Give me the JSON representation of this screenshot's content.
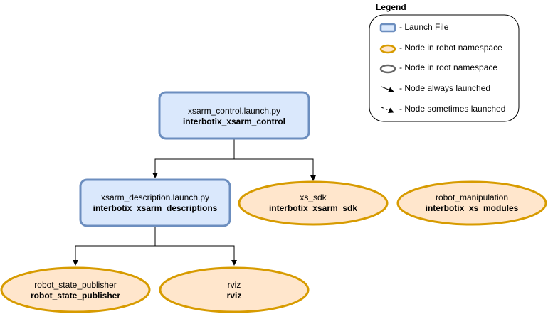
{
  "colors": {
    "launch_fill": "#dae8fc",
    "launch_stroke": "#6c8ebf",
    "robot_fill": "#ffe6cc",
    "robot_stroke": "#d79b00",
    "root_fill": "#ffffff",
    "root_stroke": "#666666",
    "edge": "#000000"
  },
  "legend": {
    "title": "Legend",
    "items": [
      {
        "icon": "launch-file-swatch",
        "label": "- Launch File"
      },
      {
        "icon": "robot-namespace-node-swatch",
        "label": "- Node in robot namespace"
      },
      {
        "icon": "root-namespace-node-swatch",
        "label": "- Node in root namespace"
      },
      {
        "icon": "solid-arrow-icon",
        "label": "- Node always launched"
      },
      {
        "icon": "dashed-arrow-icon",
        "label": "- Node sometimes launched"
      }
    ]
  },
  "nodes": {
    "xsarm_control": {
      "line1": "xsarm_control.launch.py",
      "line2": "interbotix_xsarm_control"
    },
    "xsarm_description": {
      "line1": "xsarm_description.launch.py",
      "line2": "interbotix_xsarm_descriptions"
    },
    "xs_sdk": {
      "line1": "xs_sdk",
      "line2": "interbotix_xsarm_sdk"
    },
    "robot_manipulation": {
      "line1": "robot_manipulation",
      "line2": "interbotix_xs_modules"
    },
    "robot_state_publisher": {
      "line1": "robot_state_publisher",
      "line2": "robot_state_publisher"
    },
    "rviz": {
      "line1": "rviz",
      "line2": "rviz"
    }
  }
}
